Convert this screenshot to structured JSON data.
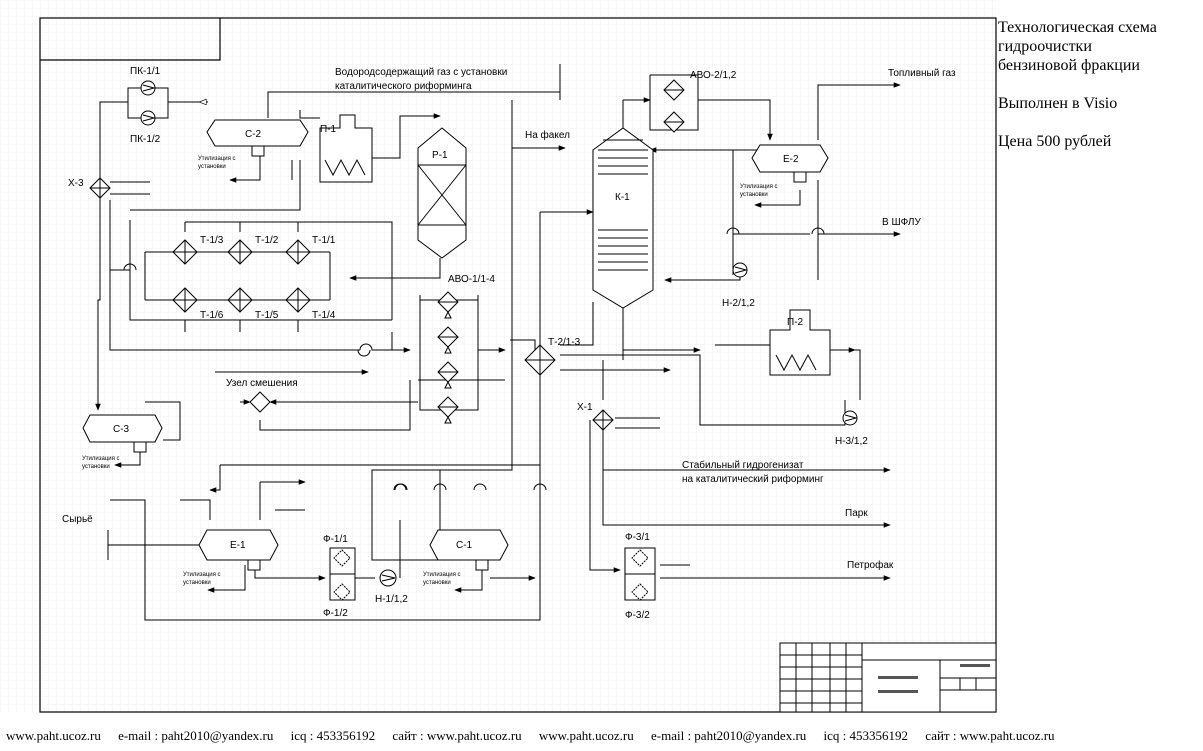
{
  "side_panel": {
    "title_lines": [
      "Технологическая схема",
      "гидроочистки",
      "бензиновой фракции"
    ],
    "made_in": "Выполнен в Visio",
    "price": "Цена 500 рублей"
  },
  "footer": {
    "items": [
      "www.paht.ucoz.ru",
      "e-mail : paht2010@yandex.ru",
      "icq : 453356192",
      "сайт : www.paht.ucoz.ru",
      "www.paht.ucoz.ru",
      "e-mail : paht2010@yandex.ru",
      "icq : 453356192",
      "сайт : www.paht.ucoz.ru"
    ]
  },
  "labels": {
    "pk1_1": "ПК-1/1",
    "pk1_2": "ПК-1/2",
    "c2": "С-2",
    "p1": "П-1",
    "r1": "Р-1",
    "h2gas_1": "Водородсодержащий газ с установки",
    "h2gas_2": "каталитического риформинга",
    "flare": "На факел",
    "avo2": "АВО-2/1,2",
    "fuel_gas": "Топливный газ",
    "k1": "К-1",
    "e2": "Е-2",
    "shflu": "В ШФЛУ",
    "x3": "Х-3",
    "t1_3": "Т-1/3",
    "t1_2": "Т-1/2",
    "t1_1": "Т-1/1",
    "t1_6": "Т-1/6",
    "t1_5": "Т-1/5",
    "t1_4": "Т-1/4",
    "avo1": "АВО-1/1-4",
    "h2": "Н-2/1,2",
    "p2": "П-2",
    "t2": "Т-2/1-3",
    "mix_node": "Узел смешения",
    "c3": "С-3",
    "x1": "Х-1",
    "h3": "Н-3/1,2",
    "stable_1": "Стабильный гидрогенизат",
    "stable_2": "на каталитический риформинг",
    "park": "Парк",
    "feed": "Сырьё",
    "e1": "Е-1",
    "f1_1": "Ф-1/1",
    "f1_2": "Ф-1/2",
    "h1": "Н-1/1,2",
    "c1": "С-1",
    "f3_1": "Ф-3/1",
    "f3_2": "Ф-3/2",
    "petrofak": "Петрофак",
    "water_1": "Утилизация с",
    "water_2": "установки"
  }
}
